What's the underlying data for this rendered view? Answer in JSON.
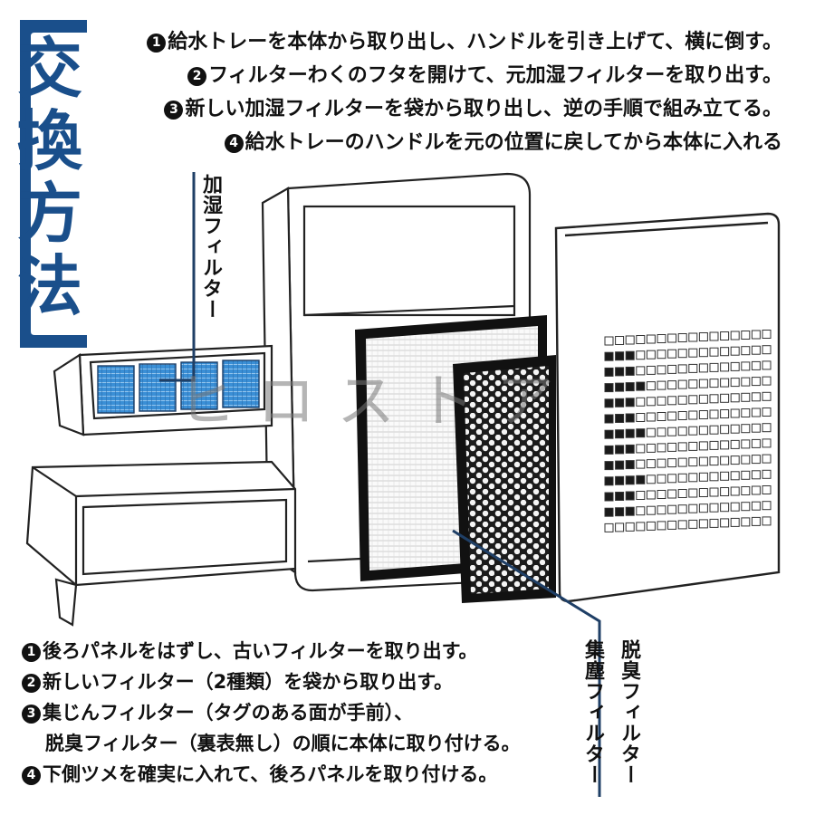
{
  "title": {
    "open_bracket": "【",
    "chars": [
      "交",
      "換",
      "方",
      "法"
    ],
    "close_bracket": "】",
    "color": "#1a4f8b"
  },
  "top_steps": [
    {
      "num": "1",
      "text": "給水トレーを本体から取り出し、ハンドルを引き上げて、横に倒す。"
    },
    {
      "num": "2",
      "text": "フィルターわくのフタを開けて、元加湿フィルターを取り出す。"
    },
    {
      "num": "3",
      "text": "新しい加湿フィルターを袋から取り出し、逆の手順で組み立てる。"
    },
    {
      "num": "4",
      "text": "給水トレーのハンドルを元の位置に戻してから本体に入れる"
    }
  ],
  "bottom_steps": [
    {
      "num": "1",
      "text": "後ろパネルをはずし、古いフィルターを取り出す。"
    },
    {
      "num": "2",
      "text": "新しいフィルター（2種類）を袋から取り出す。"
    },
    {
      "num": "3",
      "text": "集じんフィルター（タグのある面が手前）、"
    },
    {
      "num": "",
      "text": "脱臭フィルター（裏表無し）の順に本体に取り付ける。"
    },
    {
      "num": "4",
      "text": "下側ツメを確実に入れて、後ろパネルを取り付ける。"
    }
  ],
  "labels": {
    "humidifier_filter": "加湿フィルター",
    "deodorizing_filter": "脱臭フィルター",
    "dust_filter": "集塵フィルター"
  },
  "watermark": "ヒロストア",
  "colors": {
    "accent": "#1a4f8b",
    "filter_blue": "#3a8fd6",
    "leader_line": "#1f3f66"
  }
}
